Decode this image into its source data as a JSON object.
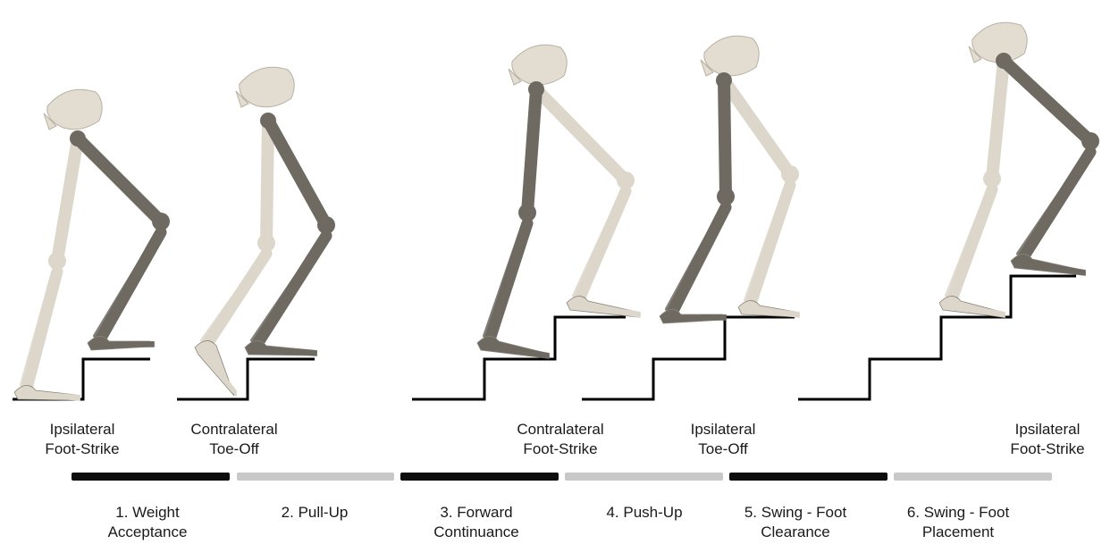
{
  "colors": {
    "ipsilateral_limb": "#6e6a62",
    "contralateral_limb": "#ddd7cb",
    "pelvis": "#e3ddd1",
    "stance_bar": "#0d0d0d",
    "swing_bar": "#c8c8c8",
    "stair_line": "#000000"
  },
  "events": [
    {
      "line1": "Ipsilateral",
      "line2": "Foot-Strike"
    },
    {
      "line1": "Contralateral",
      "line2": "Toe-Off"
    },
    {
      "line1": "Contralateral",
      "line2": "Foot-Strike"
    },
    {
      "line1": "Ipsilateral",
      "line2": "Toe-Off"
    },
    {
      "line1": "Ipsilateral",
      "line2": "Foot-Strike"
    }
  ],
  "phases": [
    {
      "line1": "1. Weight",
      "line2": "Acceptance",
      "bar": "stance"
    },
    {
      "line1": "2. Pull-Up",
      "line2": "",
      "bar": "swing"
    },
    {
      "line1": "3. Forward",
      "line2": "Continuance",
      "bar": "stance"
    },
    {
      "line1": "4. Push-Up",
      "line2": "",
      "bar": "swing"
    },
    {
      "line1": "5. Swing - Foot",
      "line2": "Clearance",
      "bar": "stance"
    },
    {
      "line1": "6. Swing - Foot",
      "line2": "Placement",
      "bar": "swing"
    }
  ]
}
